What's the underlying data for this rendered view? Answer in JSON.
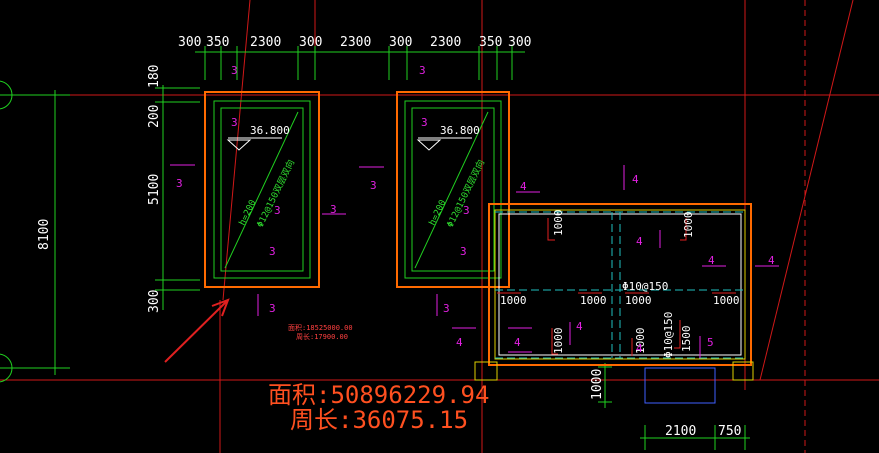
{
  "top_dimensions": [
    "300",
    "350",
    "2300",
    "300",
    "2300",
    "300",
    "2300",
    "350",
    "300"
  ],
  "left_dimensions": [
    "180",
    "200",
    "5100",
    "300"
  ],
  "overall_height": "8100",
  "bottom_dimensions": [
    "2100",
    "750"
  ],
  "vertical_1000": "1000",
  "pit_elevation_1": "36.800",
  "pit_elevation_2": "36.800",
  "pit_label_1": {
    "h": "h=200",
    "rebar": "Φ12@150双层双向"
  },
  "pit_label_2": {
    "h": "h=200",
    "rebar": "Φ12@150双层双向"
  },
  "small_area": "面积:18525000.00",
  "small_perimeter": "周长:17900.00",
  "area_text": "面积:50896229.94",
  "perimeter_text": "周长:36075.15",
  "rebar_h": "Φ10@150",
  "rebar_v": "Φ10@150",
  "rebar_len_1500": "1500",
  "rebar_lengths": [
    "1000",
    "1000",
    "1000",
    "1000",
    "1000",
    "1000",
    "1000",
    "1000"
  ],
  "section_marks_3": [
    "3",
    "3",
    "3",
    "3",
    "3",
    "3",
    "3",
    "3",
    "3",
    "3",
    "3",
    "3",
    "3"
  ],
  "section_marks_4": [
    "4",
    "4",
    "4",
    "4",
    "4",
    "4",
    "4",
    "4",
    "4"
  ],
  "section_marks_5": [
    "5"
  ],
  "colors": {
    "background": "#000000",
    "grid_red": "#e02020",
    "dim_green": "#20d020",
    "pit_orange": "#ff6a00",
    "magenta": "#e020e0",
    "cyan": "#20c0c0",
    "yellow": "#e0d000",
    "text_white": "#ffffff"
  }
}
